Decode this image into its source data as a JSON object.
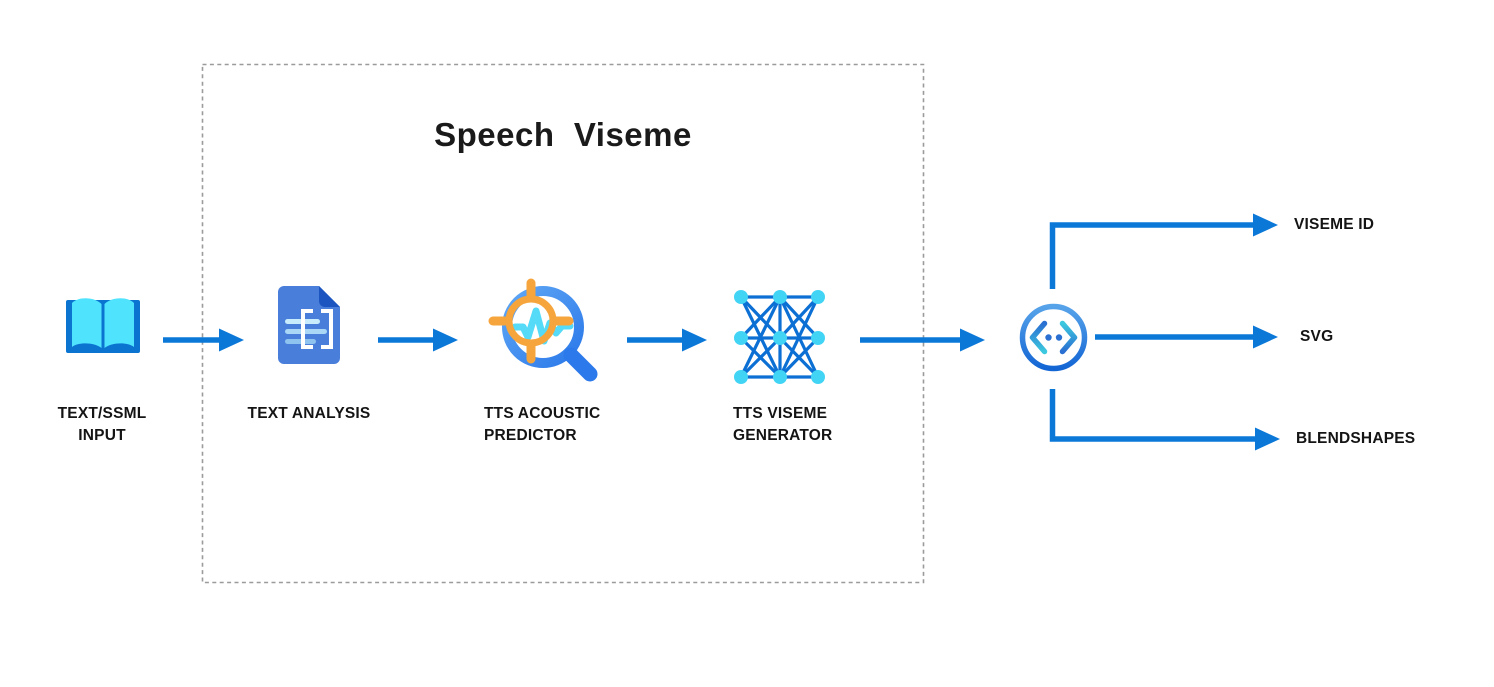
{
  "title": "Speech  Viseme",
  "nodes": {
    "input": {
      "line1": "TEXT/SSML",
      "line2": "INPUT",
      "icon": "open-book-icon"
    },
    "text_analysis": {
      "label": "TEXT ANALYSIS",
      "icon": "document-scan-icon"
    },
    "acoustic_predictor": {
      "line1": "TTS ACOUSTIC",
      "line2": "PREDICTOR",
      "icon": "magnifier-waveform-icon"
    },
    "viseme_generator": {
      "line1": "TTS VISEME",
      "line2": "GENERATOR",
      "icon": "neural-network-icon"
    },
    "output_hub": {
      "icon": "code-circle-icon"
    }
  },
  "outputs": {
    "viseme_id": "VISEME ID",
    "svg": "SVG",
    "blendshapes": "BLENDSHAPES"
  },
  "colors": {
    "arrow_blue": "#0b78d8",
    "dashed_border_gray": "#9b9b9b",
    "label_black": "#141414",
    "book_cover_blue": "#0b74d1",
    "book_pages_cyan": "#4fe3fd",
    "document_body_blue": "#4a7edb",
    "document_fold_blue": "#1d55c0",
    "document_lines_lightblue": "#b3e2f9",
    "bracket_white": "#ffffff",
    "magnifier_ring_blue": "#3c8bf0",
    "crosshair_orange": "#f6a53c",
    "waveform_cyan": "#55dbf7",
    "network_node_cyan": "#42d4f4",
    "network_edge_blue": "#0c6fd4",
    "code_chevron_teal": "#3cc8de",
    "code_chevron_blue": "#2a6fd2"
  }
}
